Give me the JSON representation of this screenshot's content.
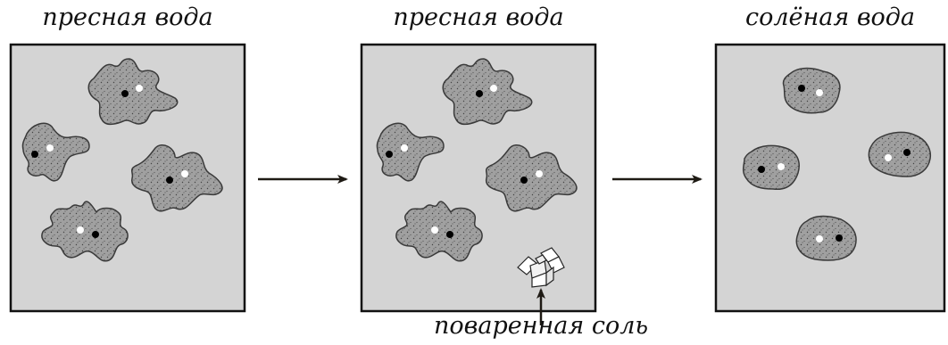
{
  "panels": [
    {
      "title": "пресная вода"
    },
    {
      "title": "пресная вода"
    },
    {
      "title": "солёная вода"
    }
  ],
  "salt_label": "поваренная соль",
  "colors": {
    "panel_fill": "#d4d4d4",
    "panel_border": "#111111",
    "cell_fill": "#9c9c9c",
    "cell_border": "#3a3a3a",
    "nucleus": "#000000",
    "vacuole": "#ffffff",
    "arrow": "#1e1a14"
  },
  "icons": [
    "arrow-right-icon",
    "salt-crystals-icon",
    "arrow-up-icon"
  ]
}
